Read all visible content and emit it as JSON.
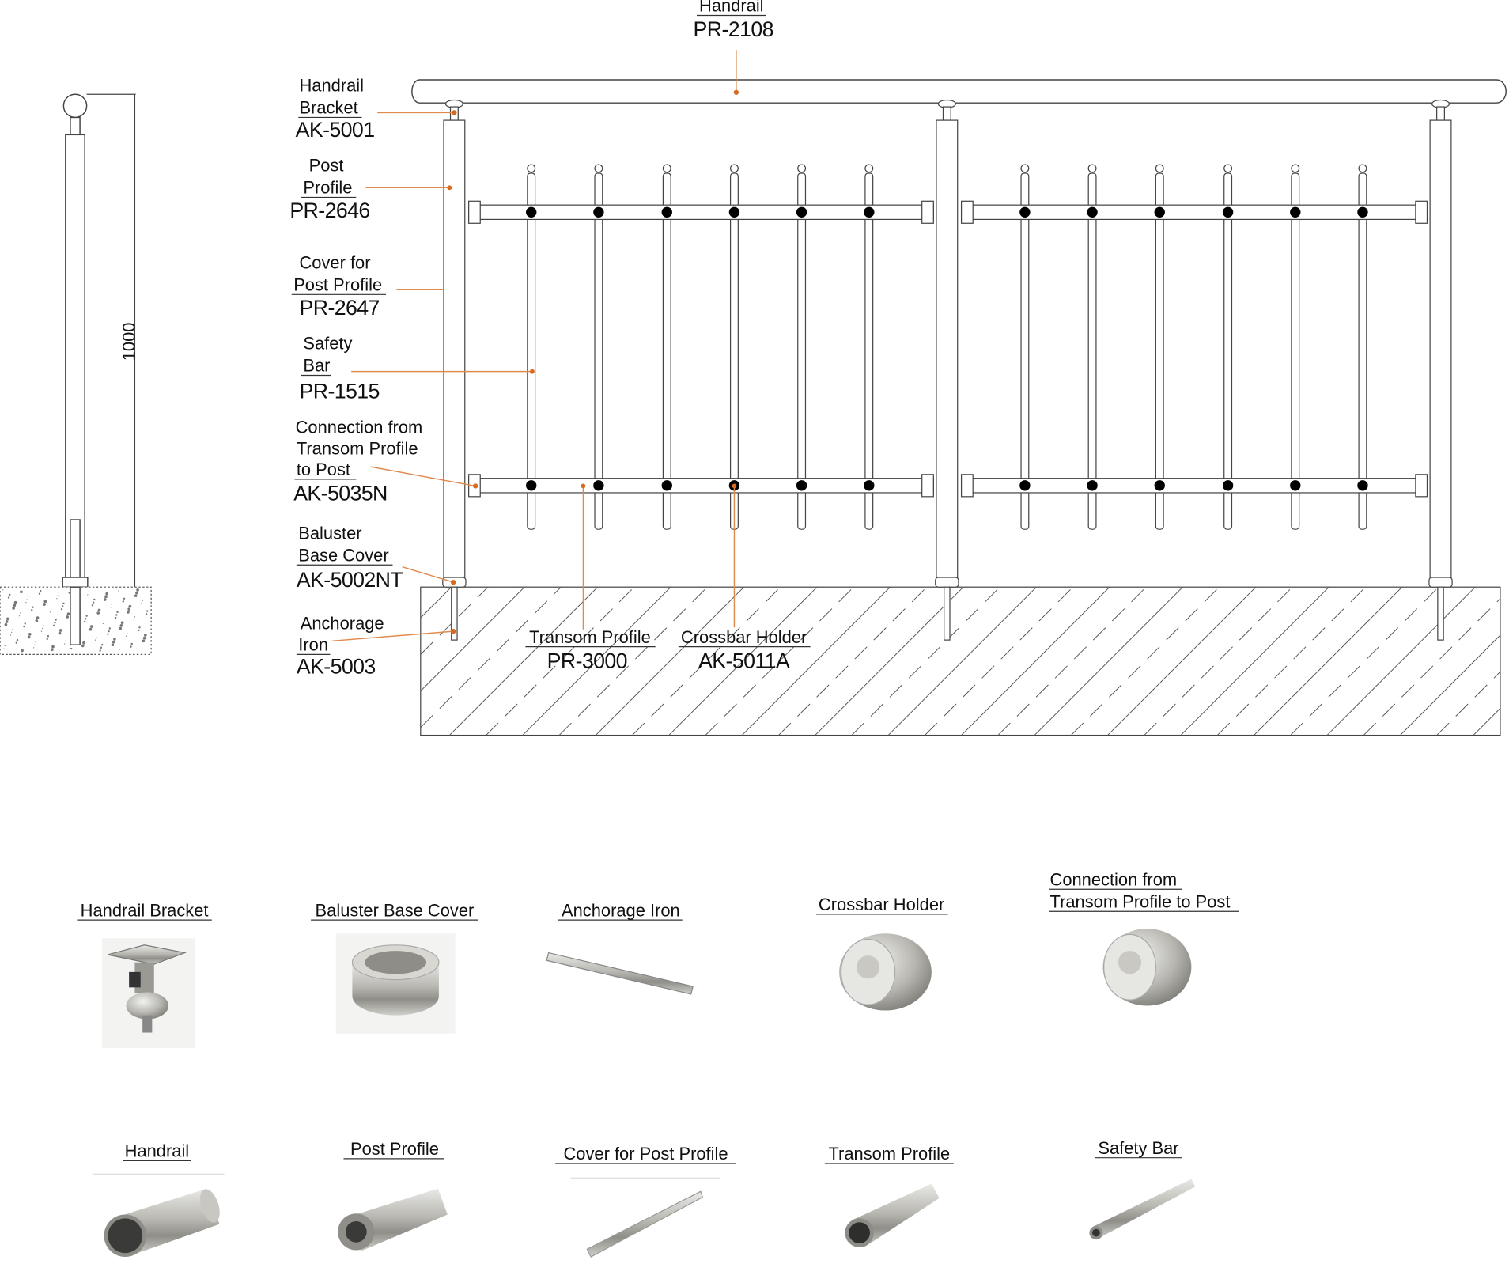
{
  "dimension": "1000",
  "callouts": {
    "handrail": {
      "name": "Handrail",
      "code": "PR-2108"
    },
    "handrail_bracket": {
      "name1": "Handrail",
      "name2": "Bracket",
      "code": "AK-5001"
    },
    "post_profile": {
      "name1": "Post",
      "name2": "Profile",
      "code": "PR-2646"
    },
    "post_cover": {
      "name1": "Cover for",
      "name2": "Post Profile",
      "code": "PR-2647"
    },
    "safety_bar": {
      "name1": "Safety",
      "name2": "Bar",
      "code": "PR-1515"
    },
    "connection": {
      "name1": "Connection from",
      "name2": "Transom Profile",
      "name3": "to Post",
      "code": "AK-5035N"
    },
    "base_cover": {
      "name1": "Baluster",
      "name2": "Base Cover",
      "code": "AK-5002NT"
    },
    "anchorage": {
      "name1": "Anchorage",
      "name2": "Iron",
      "code": "AK-5003"
    },
    "transom": {
      "name": "Transom Profile",
      "code": "PR-3000"
    },
    "crossbar": {
      "name": "Crossbar Holder",
      "code": "AK-5011A"
    }
  },
  "products": {
    "row1": [
      "Handrail Bracket",
      "Baluster Base Cover",
      "Anchorage Iron",
      "Crossbar Holder"
    ],
    "connection": [
      "Connection from",
      "Transom Profile to Post"
    ],
    "row2": [
      "Handrail",
      "Post Profile",
      "Cover for Post Profile",
      "Transom Profile",
      "Safety Bar"
    ]
  },
  "colors": {
    "leader": "#e08a4e",
    "dot": "#d9691f"
  }
}
